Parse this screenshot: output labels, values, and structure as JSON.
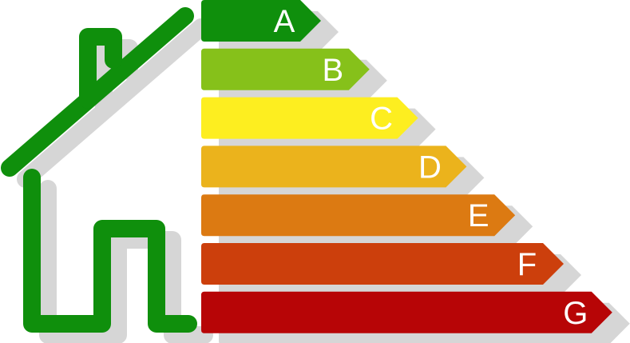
{
  "ratings": [
    {
      "label": "A",
      "color": "#0f8f0c"
    },
    {
      "label": "B",
      "color": "#86c11a"
    },
    {
      "label": "C",
      "color": "#fdee20"
    },
    {
      "label": "D",
      "color": "#ebb31c"
    },
    {
      "label": "E",
      "color": "#dc7a12"
    },
    {
      "label": "F",
      "color": "#cc3f0c"
    },
    {
      "label": "G",
      "color": "#b70506"
    }
  ],
  "house_color": "#0f8f0c",
  "shadow_color": "#d6d6d6"
}
